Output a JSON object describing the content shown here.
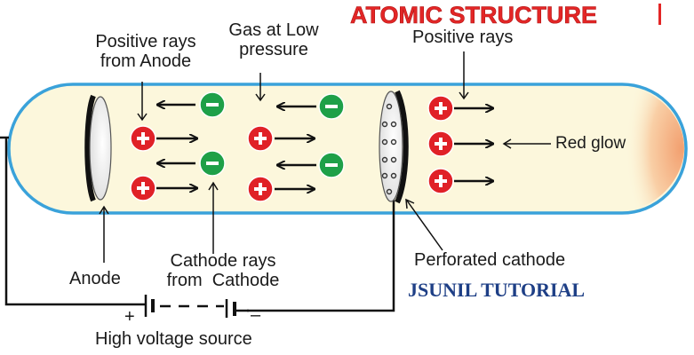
{
  "title": "ATOMIC STRUCTURE",
  "brand": "JSUNIL TUTORIAL",
  "labels": {
    "positive_rays_from_anode_line1": "Positive rays",
    "positive_rays_from_anode_line2": "from Anode",
    "gas_line1": "Gas at Low",
    "gas_line2": "pressure",
    "positive_rays": "Positive rays",
    "red_glow": "Red glow",
    "anode": "Anode",
    "cathode_rays_line1": "Cathode rays",
    "cathode_rays_line2": "from  Cathode",
    "perforated_cathode": "Perforated cathode",
    "high_voltage_source": "High voltage source",
    "plus_terminal": "+",
    "minus_terminal": "–"
  },
  "colors": {
    "tube_fill": "#fcf7dc",
    "tube_outline": "#3aa2da",
    "positive_particle": "#e02127",
    "negative_particle": "#1ea048",
    "title": "#e32626",
    "brand": "#1e3f86"
  },
  "particle_signs": {
    "positive": "+",
    "negative": "–"
  }
}
